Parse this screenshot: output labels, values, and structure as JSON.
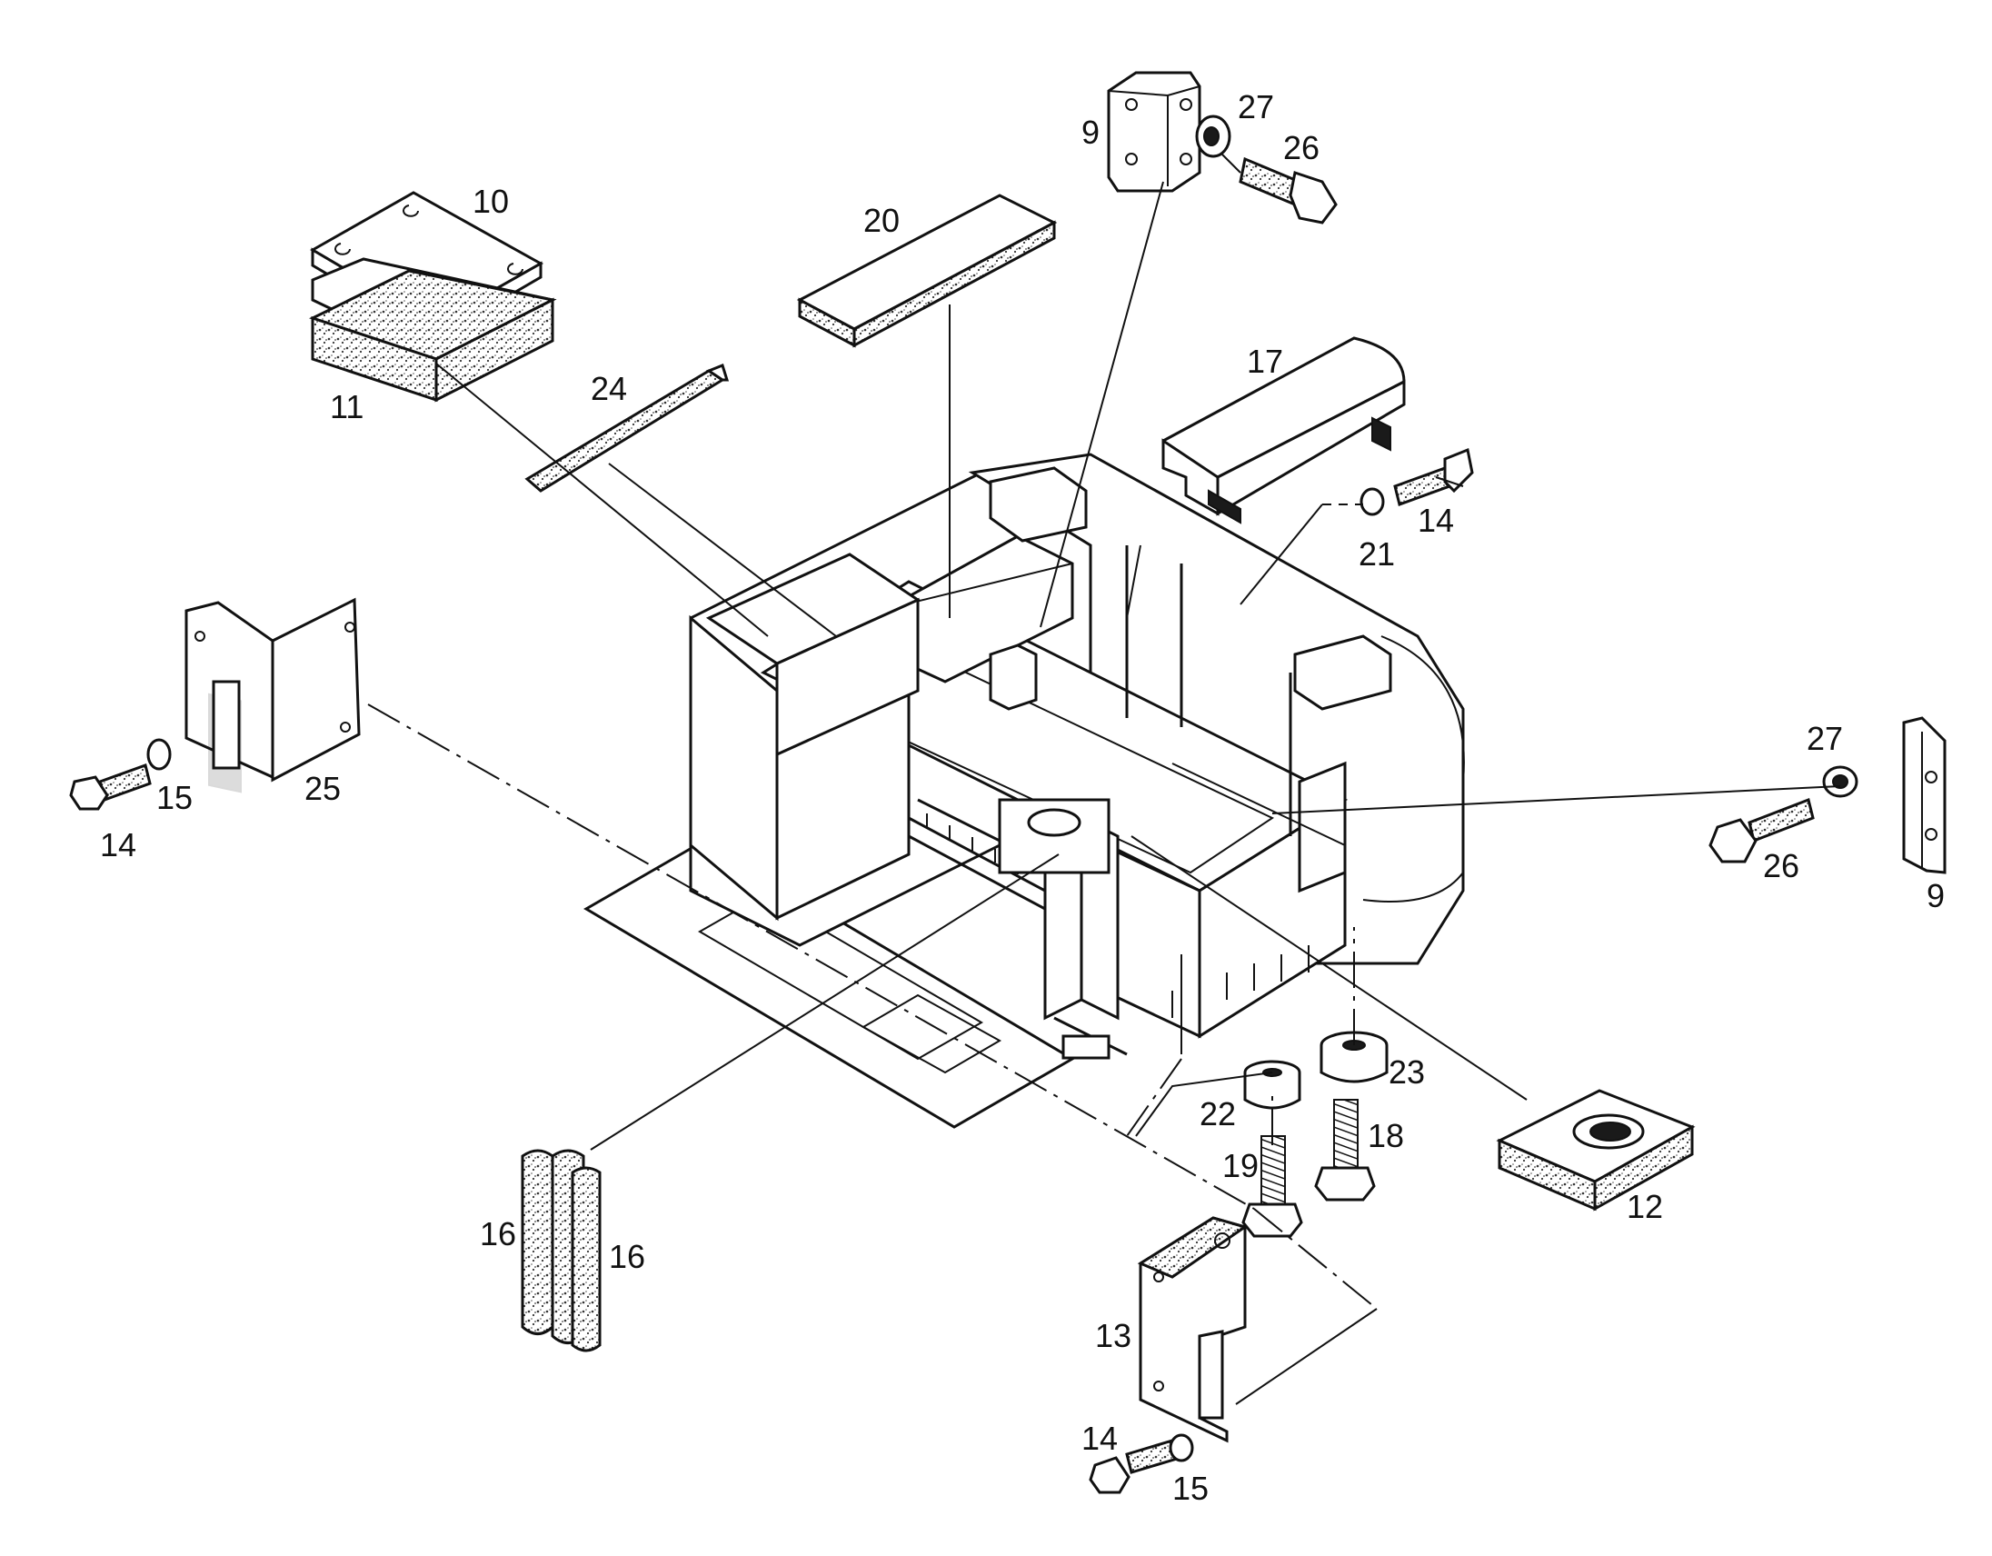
{
  "callouts": {
    "p9_top": "9",
    "p27_top": "27",
    "p26_top": "26",
    "p10": "10",
    "p20": "20",
    "p11": "11",
    "p24": "24",
    "p17": "17",
    "p14_right": "14",
    "p21": "21",
    "p25": "25",
    "p14_left": "14",
    "p15_left": "15",
    "p27_right": "27",
    "p26_right": "26",
    "p9_right": "9",
    "p23": "23",
    "p22": "22",
    "p18": "18",
    "p19": "19",
    "p12": "12",
    "p16_a": "16",
    "p16_b": "16",
    "p13": "13",
    "p14_bottom": "14",
    "p15_bottom": "15"
  },
  "colors": {
    "line": "#111111",
    "paper": "#ffffff",
    "hatch": "#444444"
  }
}
